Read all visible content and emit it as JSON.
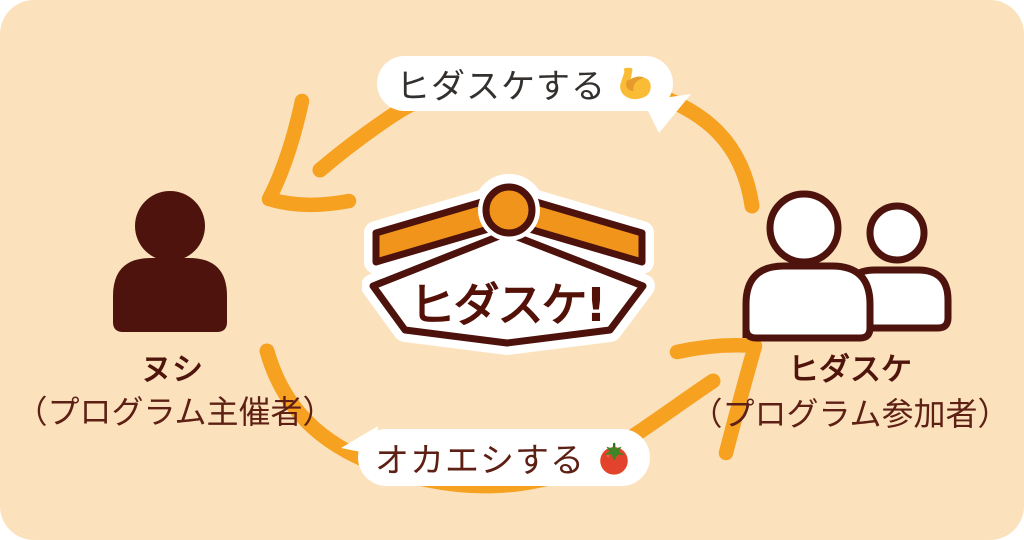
{
  "board": {
    "background": "#FBE2BD",
    "outer_background": "#FFFFFF",
    "corner_radius": 34
  },
  "colors": {
    "arrow_orange": "#F7A120",
    "roof_orange": "#F0941B",
    "dark_maroon": "#4D130C",
    "text_maroon": "#5E2014",
    "bubble_top_text": "#33302E",
    "bubble_fill": "#FFFFFF"
  },
  "logo": {
    "text": "ヒダスケ!"
  },
  "bubbles": {
    "top": {
      "label": "ヒダスケする",
      "icon": "flexed-biceps"
    },
    "bottom": {
      "label": "オカエシする",
      "icon": "tomato"
    }
  },
  "actors": {
    "left": {
      "name": "ヌシ",
      "role": "（プログラム主催者）",
      "icon": "person-silhouette"
    },
    "right": {
      "name": "ヒダスケ",
      "role": "（プログラム参加者）",
      "icon": "two-people-outline"
    }
  },
  "arrows": [
    {
      "from": "ヒダスケ",
      "to": "ヌシ",
      "label": "ヒダスケする"
    },
    {
      "from": "ヌシ",
      "to": "ヒダスケ",
      "label": "オカエシする"
    }
  ]
}
